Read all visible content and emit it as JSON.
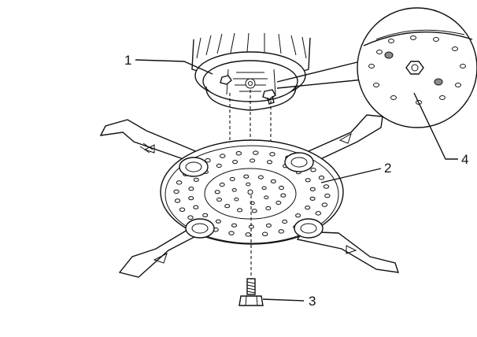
{
  "callouts": [
    {
      "id": "1",
      "label": "1"
    },
    {
      "id": "2",
      "label": "2"
    },
    {
      "id": "3",
      "label": "3"
    },
    {
      "id": "4",
      "label": "4"
    }
  ],
  "colors": {
    "line": "#111111",
    "background": "#ffffff",
    "shade": "#8a8a8a"
  }
}
